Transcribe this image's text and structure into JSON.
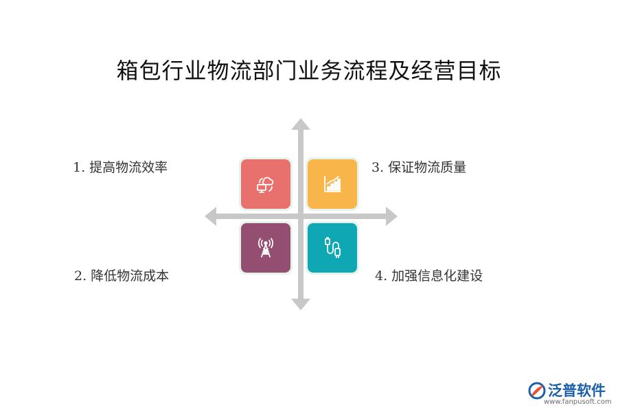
{
  "title": "箱包行业物流部门业务流程及经营目标",
  "items": [
    {
      "label": "1. 提高物流效率",
      "icon": "cloud-monitor-sync-icon",
      "color": "#e8716d"
    },
    {
      "label": "3. 保证物流质量",
      "icon": "bar-chart-icon",
      "color": "#f7b54a"
    },
    {
      "label": "2. 降低物流成本",
      "icon": "signal-tower-icon",
      "color": "#944e72"
    },
    {
      "label": "4. 加强信息化建设",
      "icon": "usb-cable-icon",
      "color": "#0fa7b4"
    }
  ],
  "axis_color": "#c8c8c8",
  "logo": {
    "name": "泛普软件",
    "url": "www.fanpusoft.com",
    "icon": "fanpu-logo-icon",
    "brand_color": "#1b5fa8",
    "accent_color": "#e8503a"
  }
}
